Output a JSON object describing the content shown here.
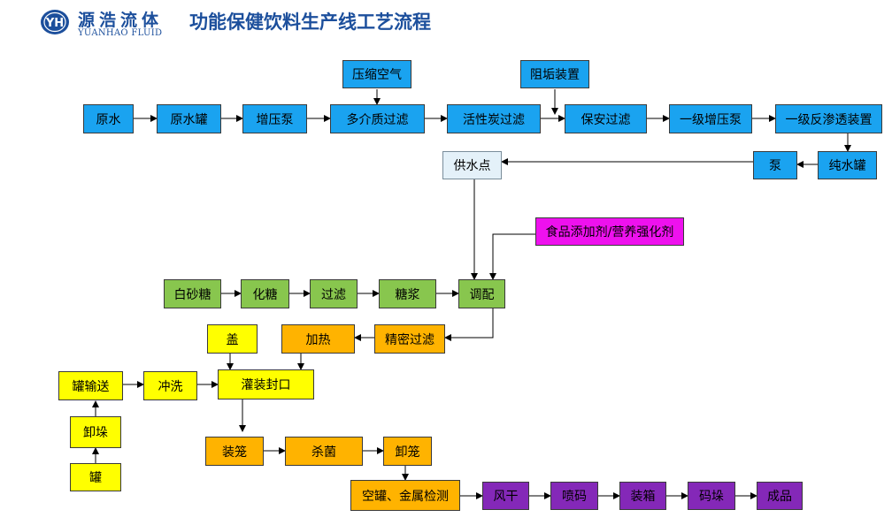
{
  "header": {
    "logo_mark": "YH",
    "logo_cn": "源浩流体",
    "logo_en": "YUANHAO FLUID",
    "title": "功能保健饮料生产线工艺流程"
  },
  "colors": {
    "brand": "#1c4f9c",
    "water_process": "#1aa3f0",
    "supply_point": "#e4f1f9",
    "additive": "#ee11ee",
    "syrup_process": "#88c64e",
    "filling_yellow": "#ffff00",
    "process_orange": "#ffb300",
    "packing_purple": "#8428b8"
  },
  "nodes": {
    "compressed_air": "压缩空气",
    "scale_inhibitor": "阻垢装置",
    "raw_water": "原水",
    "raw_water_tank": "原水罐",
    "booster_pump": "增压泵",
    "multimedia_filter": "多介质过滤",
    "activated_carbon_filter": "活性炭过滤",
    "security_filter": "保安过滤",
    "primary_booster_pump": "一级增压泵",
    "primary_ro": "一级反渗透装置",
    "pure_water_tank": "纯水罐",
    "pump": "泵",
    "supply_point": "供水点",
    "food_additive": "食品添加剂/营养强化剂",
    "white_sugar": "白砂糖",
    "sugar_dissolving": "化糖",
    "filtering": "过滤",
    "syrup": "糖浆",
    "blending": "调配",
    "precision_filter": "精密过滤",
    "heating": "加热",
    "cap": "盖",
    "can_conveying": "罐输送",
    "rinsing": "冲洗",
    "filling_sealing": "灌装封口",
    "unstacking": "卸垛",
    "can": "罐",
    "caging": "装笼",
    "sterilizing": "杀菌",
    "uncaging": "卸笼",
    "empty_can_metal_detect": "空罐、金属检测",
    "air_drying": "风干",
    "code_printing": "喷码",
    "boxing": "装箱",
    "palletizing": "码垛",
    "finished_product": "成品"
  }
}
